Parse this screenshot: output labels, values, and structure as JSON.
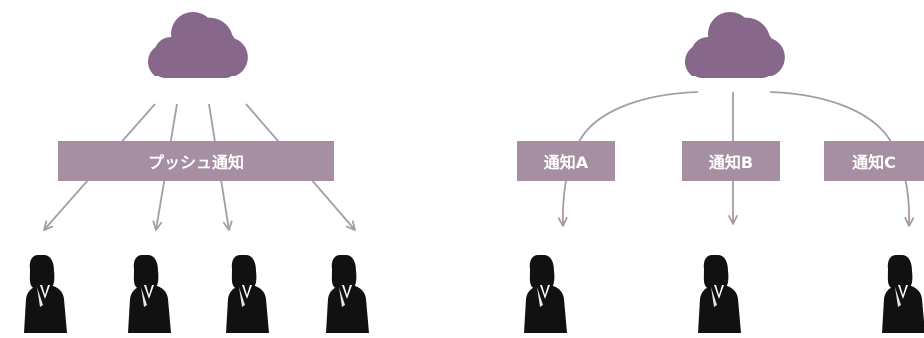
{
  "left_panel": {
    "broadcast_label": "プッシュ通知"
  },
  "right_panel": {
    "labels": [
      "通知A",
      "通知B",
      "通知C"
    ]
  },
  "colors": {
    "cloud": "#87678a",
    "label_bar": "#a68fa2",
    "arrow": "#a89aa8",
    "person": "#111111",
    "label_text": "#ffffff"
  }
}
